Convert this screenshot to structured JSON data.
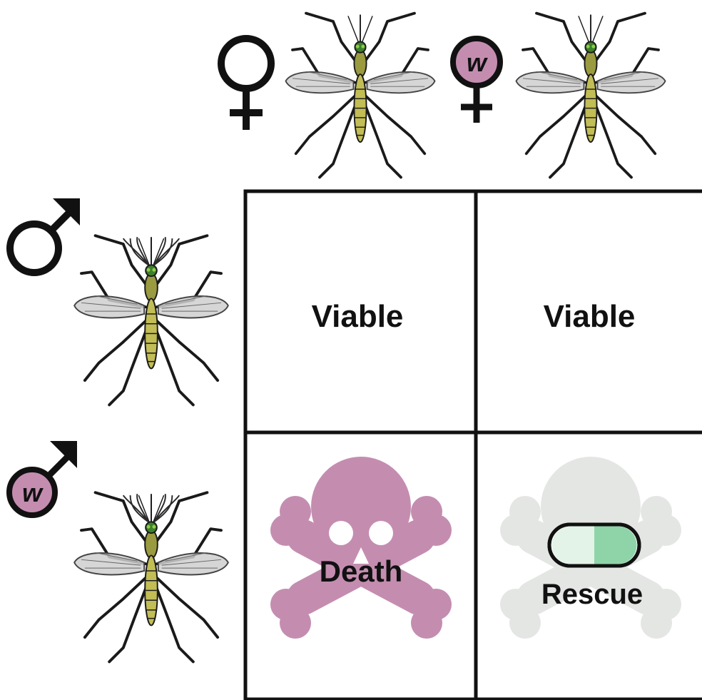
{
  "colors": {
    "infection_pink": "#c48db0",
    "pill_green": "#8fd4a8",
    "faded_skull": "#dcdedb",
    "mosquito_body": "#b9b35a",
    "ink": "#111111"
  },
  "columns": [
    {
      "sex": "female",
      "infected": false,
      "symbol_icon": "female-symbol-icon"
    },
    {
      "sex": "female",
      "infected": true,
      "symbol_icon": "female-symbol-icon",
      "badge": "w"
    }
  ],
  "rows": [
    {
      "sex": "male",
      "infected": false,
      "symbol_icon": "male-symbol-icon"
    },
    {
      "sex": "male",
      "infected": true,
      "symbol_icon": "male-symbol-icon",
      "badge": "w"
    }
  ],
  "cells": [
    {
      "label": "Viable",
      "icon": "none"
    },
    {
      "label": "Viable",
      "icon": "none"
    },
    {
      "label": "Death",
      "icon": "skull-crossbones-icon"
    },
    {
      "label": "Rescue",
      "icon": "pill-icon"
    }
  ]
}
